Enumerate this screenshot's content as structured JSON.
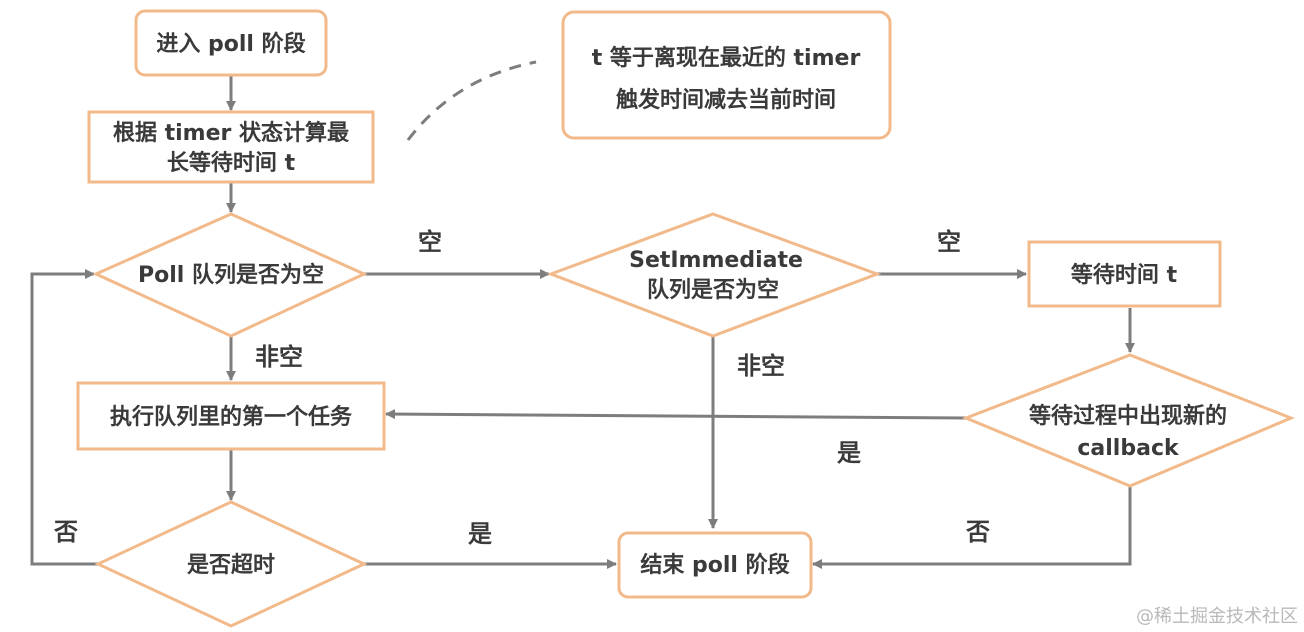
{
  "diagram": {
    "nodes": {
      "start": {
        "lines": [
          "进入 poll 阶段"
        ]
      },
      "calc": {
        "lines": [
          "根据 timer 状态计算最",
          "长等待时间 t"
        ]
      },
      "note": {
        "lines": [
          "t 等于离现在最近的 timer",
          "触发时间减去当前时间"
        ]
      },
      "poll_empty": {
        "lines": [
          "Poll 队列是否为空"
        ]
      },
      "setimmediate_empty": {
        "lines": [
          "SetImmediate",
          "队列是否为空"
        ]
      },
      "wait_t": {
        "lines": [
          "等待时间 t"
        ]
      },
      "exec_first": {
        "lines": [
          "执行队列里的第一个任务"
        ]
      },
      "new_callback": {
        "lines": [
          "等待过程中出现新的",
          "callback"
        ]
      },
      "timeout": {
        "lines": [
          "是否超时"
        ]
      },
      "end": {
        "lines": [
          "结束 poll 阶段"
        ]
      }
    },
    "edge_labels": {
      "poll_to_setimmediate": "空",
      "setimmediate_to_wait": "空",
      "poll_to_exec": "非空",
      "setimmediate_to_end": "非空",
      "callback_to_exec": "是",
      "callback_to_end": "否",
      "timeout_to_end": "是",
      "timeout_to_poll": "否"
    },
    "watermark": "@稀土掘金技术社区",
    "colors": {
      "box_border": "#f2b98a",
      "box_fill": "#ffffff",
      "arrow": "#7d7d7d",
      "text": "#3a3a3a"
    }
  }
}
